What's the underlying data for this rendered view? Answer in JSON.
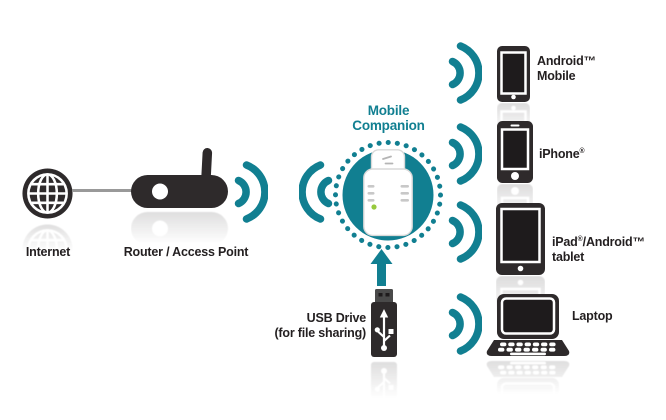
{
  "colors": {
    "accent_teal": "#117F91",
    "icon_black": "#2E2A2B",
    "connector_gray": "#999999",
    "label_color": "#231F20",
    "led_green": "#97C93D"
  },
  "nodes": {
    "internet": {
      "label": "Internet",
      "icon": "globe-icon"
    },
    "router": {
      "label": "Router / Access Point",
      "icon": "router-icon"
    },
    "companion": {
      "label": [
        "Mobile",
        "Companion"
      ],
      "icon": "mobile-companion-device-icon"
    },
    "usb": {
      "label": [
        "USB Drive",
        "(for file sharing)"
      ],
      "icon": "usb-drive-icon"
    }
  },
  "devices": [
    {
      "label": [
        "Android™",
        "Mobile"
      ],
      "icon": "android-phone-icon"
    },
    {
      "label": [
        "iPhone®",
        ""
      ],
      "icon": "iphone-icon"
    },
    {
      "label": [
        "iPad®/Android™",
        "tablet"
      ],
      "icon": "tablet-icon"
    },
    {
      "label": [
        "Laptop",
        ""
      ],
      "icon": "laptop-icon"
    }
  ]
}
